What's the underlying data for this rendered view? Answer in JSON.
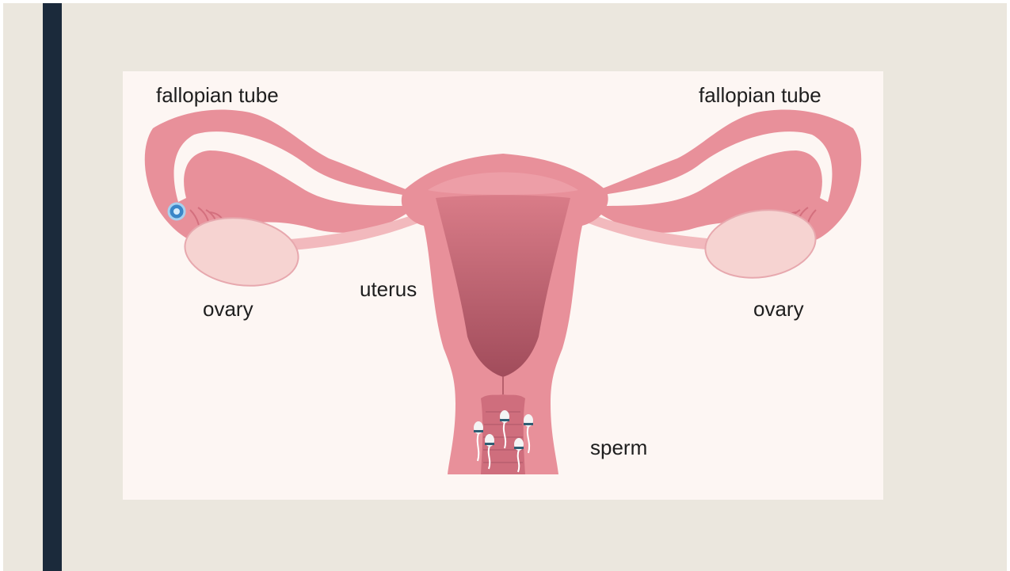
{
  "labels": {
    "fallopian_tube_left": "fallopian tube",
    "fallopian_tube_right": "fallopian tube",
    "ovary_left": "ovary",
    "ovary_right": "ovary",
    "uterus": "uterus",
    "sperm": "sperm"
  },
  "colors": {
    "slide_background": "#ebe7de",
    "accent_bar": "#1b2a3b",
    "panel_background": "#fdf6f3",
    "tissue": "#e8909a",
    "tissue_dark": "#a65260",
    "ovary": "#f6d3d1",
    "egg": "#3a86c8"
  }
}
